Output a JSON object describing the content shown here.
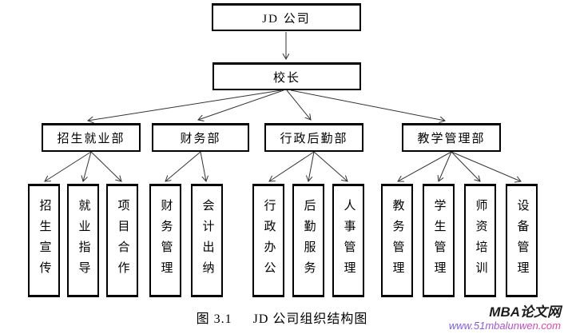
{
  "figure": {
    "root": "JD 公司",
    "principal": "校长",
    "departments": [
      {
        "label": "招生就业部",
        "children": [
          "招生宣传",
          "就业指导",
          "项目合作"
        ]
      },
      {
        "label": "财务部",
        "children": [
          "财务管理",
          "会计出纳"
        ]
      },
      {
        "label": "行政后勤部",
        "children": [
          "行政办公",
          "后勤服务",
          "人事管理"
        ]
      },
      {
        "label": "教学管理部",
        "children": [
          "教务管理",
          "学生管理",
          "师资培训",
          "设备管理"
        ]
      }
    ]
  },
  "caption": {
    "figure_no": "图 3.1",
    "title": "JD 公司组织结构图"
  },
  "watermark": {
    "site_name": "MBA论文网",
    "site_url": "www.51mbalunwen.com"
  },
  "colors": {
    "box_border": "#000000",
    "connector_line": "#333333",
    "watermark_name": "#1c1c1c",
    "watermark_gradient_start": "#6f5ff0",
    "watermark_gradient_end": "#f03ea0"
  }
}
